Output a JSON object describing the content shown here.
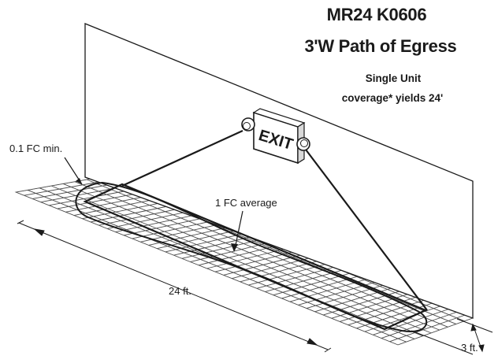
{
  "header": {
    "model": "MR24 K0606",
    "subtitle": "3'W Path of Egress",
    "note_line1": "Single Unit",
    "note_line2": "coverage* yields 24'"
  },
  "sign": {
    "text": "EXIT"
  },
  "labels": {
    "min": "0.1 FC min.",
    "average": "1 FC average",
    "length": "24 ft.",
    "width": "3 ft."
  },
  "colors": {
    "line": "#1a1a1a",
    "grid": "#4a4a4a",
    "background": "#ffffff"
  }
}
